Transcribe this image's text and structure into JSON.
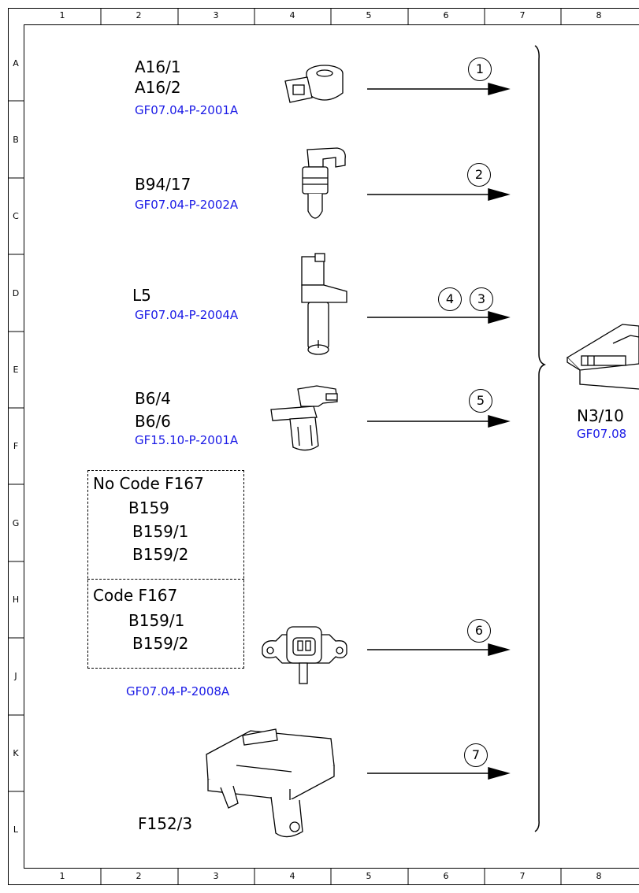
{
  "grid": {
    "columns": [
      "1",
      "2",
      "3",
      "4",
      "5",
      "6",
      "7",
      "8"
    ],
    "rows": [
      "A",
      "B",
      "C",
      "D",
      "E",
      "F",
      "G",
      "H",
      "J",
      "K",
      "L"
    ]
  },
  "components": [
    {
      "labels": [
        "A16/1",
        "A16/2"
      ],
      "ref": "GF07.04-P-2001A",
      "signal": "1",
      "icon": "knock-sensor-icon"
    },
    {
      "labels": [
        "B94/17"
      ],
      "ref": "GF07.04-P-2002A",
      "signal": "2",
      "icon": "temperature-sensor-icon"
    },
    {
      "labels": [
        "L5"
      ],
      "ref": "GF07.04-P-2004A",
      "signals": [
        "4",
        "3"
      ],
      "icon": "crankshaft-sensor-icon"
    },
    {
      "labels": [
        "B6/4",
        "B6/6"
      ],
      "ref": "GF15.10-P-2001A",
      "signal": "5",
      "icon": "camshaft-sensor-icon"
    },
    {
      "box_sections": [
        {
          "title": "No Code F167",
          "labels": [
            "B159",
            "B159/1",
            "B159/2"
          ]
        },
        {
          "title": "Code F167",
          "labels": [
            "B159/1",
            "B159/2"
          ]
        }
      ],
      "ref": "GF07.04-P-2008A",
      "signal": "6",
      "icon": "pressure-sensor-icon"
    },
    {
      "labels": [
        "F152/3"
      ],
      "signal": "7",
      "icon": "fuse-relay-module-icon"
    }
  ],
  "target": {
    "label": "N3/10",
    "ref": "GF07.08",
    "icon": "engine-control-unit-icon"
  }
}
